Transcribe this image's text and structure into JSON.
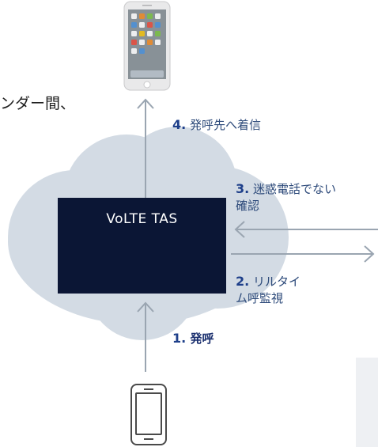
{
  "partial_text": "ンダー間、",
  "tas_box": {
    "label": "VoLTE TAS"
  },
  "steps": {
    "step1": {
      "number": "1.",
      "text": "発呼"
    },
    "step2": {
      "number": "2.",
      "line1": "リルタイ",
      "line2": "ム呼監視"
    },
    "step3": {
      "number": "3.",
      "line1": "迷惑電話でない",
      "line2": "確認"
    },
    "step4": {
      "number": "4.",
      "text": "発呼先へ着信"
    }
  },
  "colors": {
    "cloud": "#d3dbe4",
    "tas_box": "#0b1635",
    "arrow": "#9aa5b1",
    "label": "#2d4a7a"
  },
  "icons": [
    "smartphone-photo-icon",
    "phone-outline-icon",
    "cloud-shape",
    "arrow-up",
    "arrow-left",
    "arrow-right"
  ]
}
